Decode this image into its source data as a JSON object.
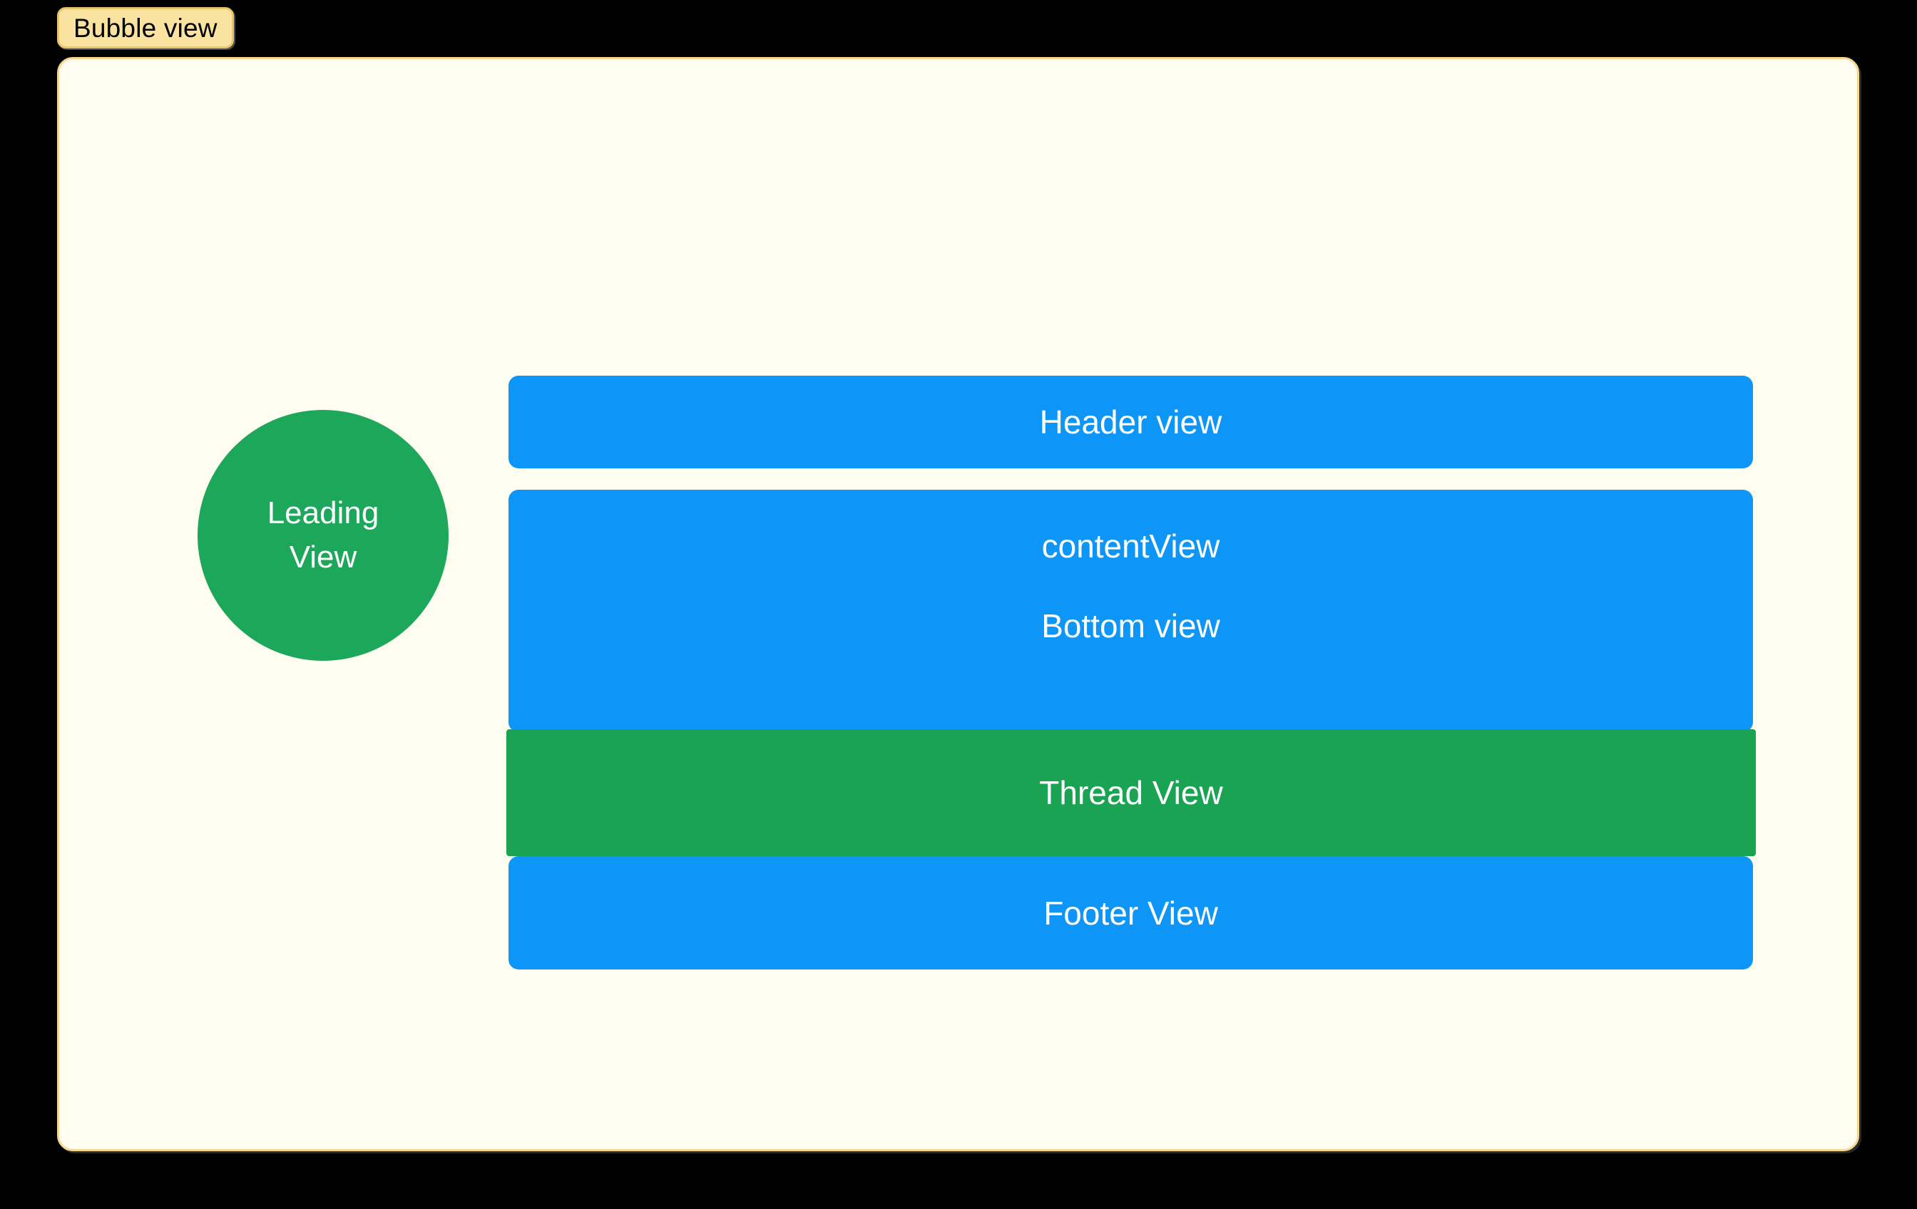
{
  "tag": {
    "label": "Bubble view"
  },
  "canvas": {
    "background_color": "#FFFCF0",
    "border_color": "#F5D68C"
  },
  "leading": {
    "line1": "Leading",
    "line2": "View",
    "color": "#1DA75A",
    "text_color": "#FFFFFF"
  },
  "bars": {
    "header": {
      "label": "Header view",
      "color": "#0D96F7"
    },
    "content": {
      "label": "contentView",
      "bottom_label": "Bottom view",
      "color": "#0D96F7"
    },
    "thread": {
      "label": "Thread View",
      "color": "#1BA354"
    },
    "footer": {
      "label": "Footer View",
      "color": "#0D96F7"
    }
  }
}
